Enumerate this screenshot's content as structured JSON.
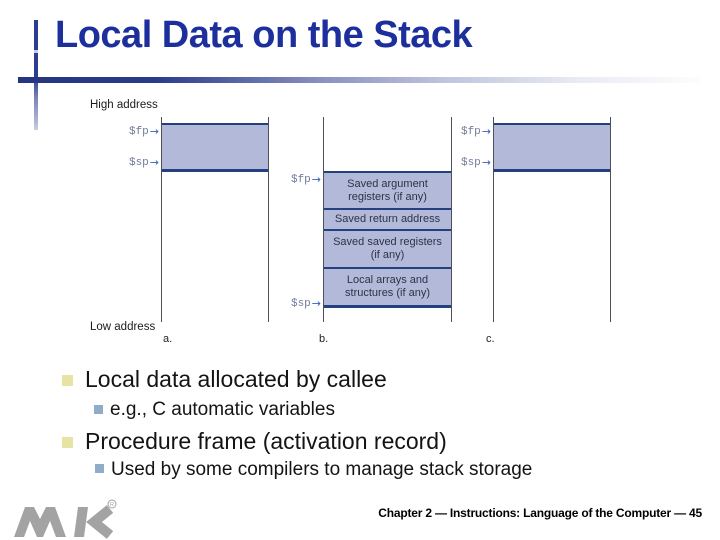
{
  "title": "Local Data on the Stack",
  "diagram": {
    "high_address": "High address",
    "low_address": "Low address",
    "fp": "$fp",
    "sp": "$sp",
    "arrow": "→",
    "columns": [
      "a.",
      "b.",
      "c."
    ],
    "frame_segments": [
      "Saved argument registers (if any)",
      "Saved return address",
      "Saved saved registers (if any)",
      "Local arrays and structures (if any)"
    ],
    "colors": {
      "frame_fill": "#b3b9d8",
      "frame_border": "#24407e",
      "column_line": "#50505a",
      "pointer_arrow": "#3b5cc4",
      "pointer_text": "#707c98"
    }
  },
  "bullets": [
    {
      "level": 1,
      "text": "Local data allocated by callee"
    },
    {
      "level": 2,
      "text": "e.g., C automatic variables"
    },
    {
      "level": 1,
      "text": "Procedure frame (activation record)"
    },
    {
      "level": 2,
      "text": "Used by some compilers to manage stack storage"
    }
  ],
  "bullet_colors": {
    "level1": "#e7e3a4",
    "level2": "#8fadc9"
  },
  "footer": {
    "text": "Chapter 2 — Instructions: Language of the Computer — 45"
  },
  "theme": {
    "title_color": "#1c2f9c",
    "accent_navy": "#2c3e92",
    "logo_gray": "#a3a3a3"
  },
  "logo": {
    "name": "MK",
    "registered": "®"
  }
}
